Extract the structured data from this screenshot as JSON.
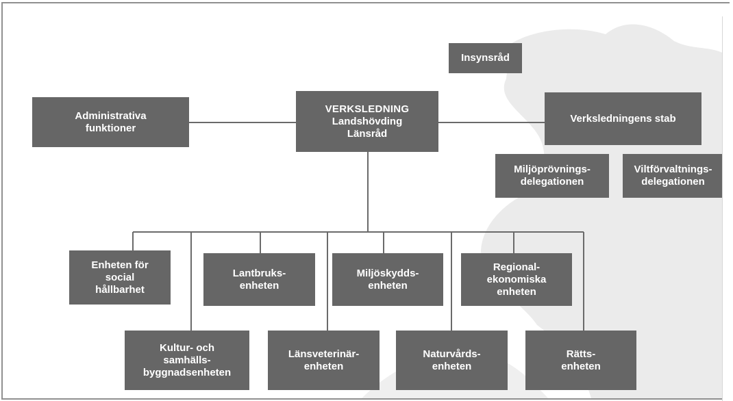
{
  "colors": {
    "box": "#666666",
    "box_text": "#ffffff",
    "line": "#6a6a6a",
    "map": "#ebebeb",
    "border": "#8f8f8f"
  },
  "diagram": {
    "top": {
      "insynsrad": {
        "lines": [
          "Insynsråd"
        ]
      },
      "administrativa": {
        "lines": [
          "Administrativa",
          "funktioner"
        ]
      },
      "verksledning": {
        "lines": [
          "VERKSLEDNING",
          "Landshövding",
          "Länsråd"
        ]
      },
      "stab": {
        "lines": [
          "Verksledningens stab"
        ]
      },
      "miljoprovning": {
        "lines": [
          "Miljöprövnings-",
          "delegationen"
        ]
      },
      "viltforvaltning": {
        "lines": [
          "Viltförvaltnings-",
          "delegationen"
        ]
      }
    },
    "units": {
      "social": {
        "lines": [
          "Enheten för",
          "social",
          "hållbarhet"
        ]
      },
      "kultur": {
        "lines": [
          "Kultur- och",
          "samhälls-",
          "byggnadsenheten"
        ]
      },
      "lantbruk": {
        "lines": [
          "Lantbruks-",
          "enheten"
        ]
      },
      "lansveterinar": {
        "lines": [
          "Länsveterinär-",
          "enheten"
        ]
      },
      "miljoskydd": {
        "lines": [
          "Miljöskydds-",
          "enheten"
        ]
      },
      "naturvard": {
        "lines": [
          "Naturvårds-",
          "enheten"
        ]
      },
      "regional": {
        "lines": [
          "Regional-",
          "ekonomiska",
          "enheten"
        ]
      },
      "ratts": {
        "lines": [
          "Rätts-",
          "enheten"
        ]
      }
    }
  }
}
